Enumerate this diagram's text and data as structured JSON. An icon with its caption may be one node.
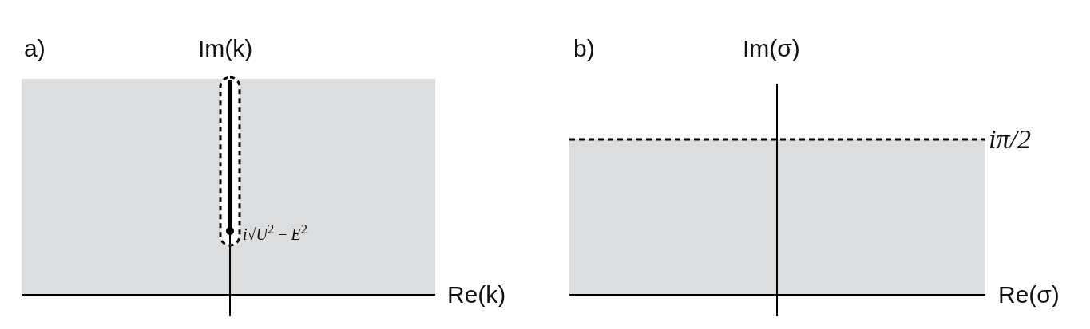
{
  "diagram": {
    "labels": [
      "a)",
      "Im(k)",
      "b)",
      "Im(σ)",
      "iπ/2",
      "*i*√*U*$^{2}$ − *E*$^{2}$",
      "Re(k)",
      "Re(σ)"
    ]
  }
}
